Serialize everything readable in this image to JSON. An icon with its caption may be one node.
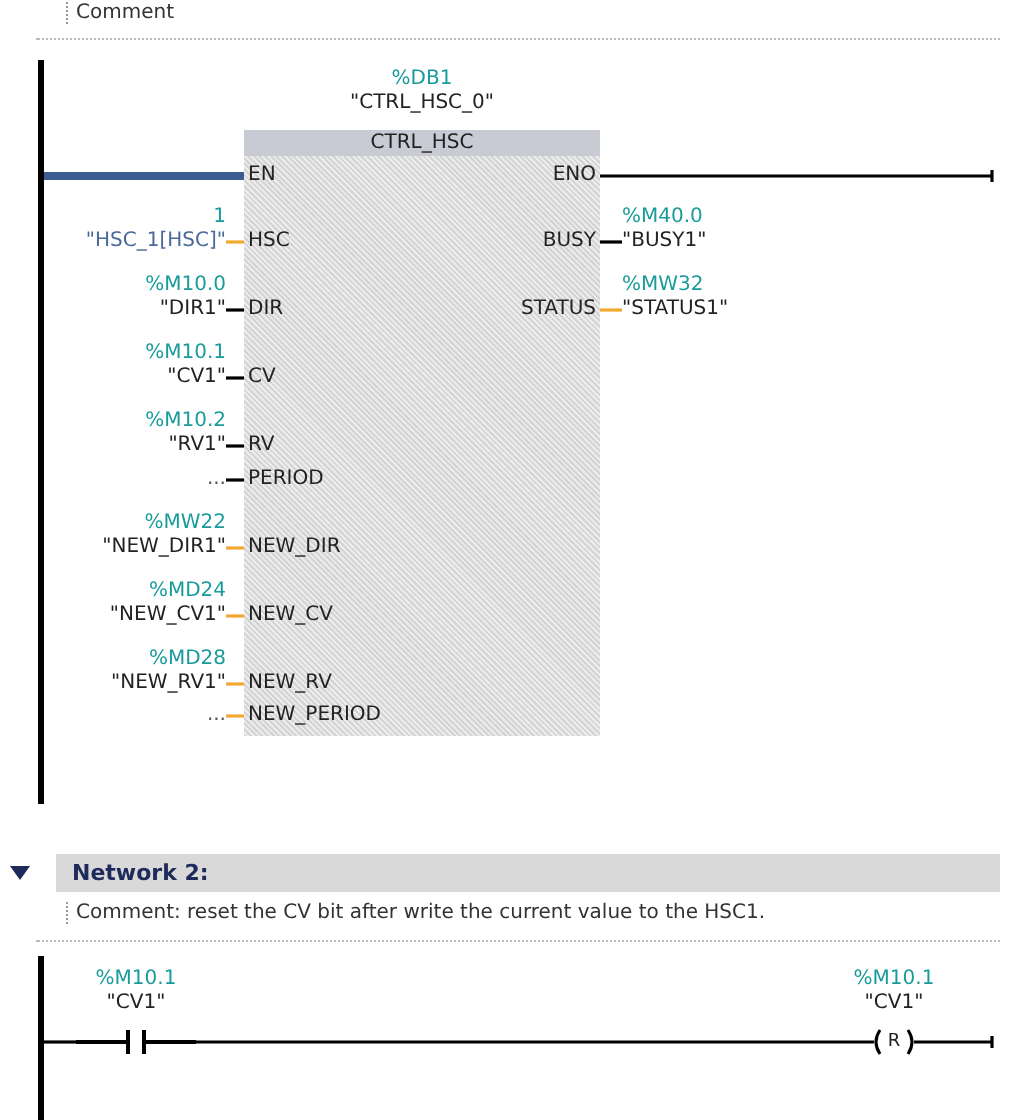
{
  "diagram": {
    "nodes": [
      {
        "text": [
          "%DB1",
          "\"CTRL_HSC_0\"",
          "CTRL_HSC"
        ]
      },
      {
        "text": [
          "EN"
        ],
        "in": 0
      },
      {
        "text": [
          "HSC"
        ],
        "in": 0
      },
      {
        "text": [
          "DIR"
        ],
        "in": 0
      },
      {
        "text": [
          "CV"
        ],
        "in": 0
      },
      {
        "text": [
          "RV"
        ],
        "in": 0
      },
      {
        "text": [
          "PERIOD"
        ],
        "in": 0
      },
      {
        "text": [
          "NEW_DIR"
        ],
        "in": 0
      },
      {
        "text": [
          "NEW_CV"
        ],
        "in": 0
      },
      {
        "text": [
          "NEW_RV"
        ],
        "in": 0
      },
      {
        "text": [
          "NEW_PERIOD"
        ],
        "in": 0
      },
      {
        "text": [
          "ENO"
        ],
        "in": 0
      },
      {
        "text": [
          "BUSY"
        ],
        "in": 0
      },
      {
        "text": [
          "STATUS"
        ],
        "in": 0
      },
      {
        "text": [],
        "shape": "bar"
      },
      {
        "text": [
          "1",
          "\"HSC_1[HSC]\""
        ]
      },
      {
        "text": [
          "%M10.0",
          "\"DIR1\""
        ]
      },
      {
        "text": [
          "%M10.1",
          "\"CV1\""
        ]
      },
      {
        "text": [
          "%M10.2",
          "\"RV1\""
        ]
      },
      {
        "text": [
          "..."
        ]
      },
      {
        "text": [
          "%MW22",
          "\"NEW_DIR1\""
        ]
      },
      {
        "text": [
          "%MD24",
          "\"NEW_CV1\""
        ]
      },
      {
        "text": [
          "%MD28",
          "\"NEW_RV1\""
        ]
      },
      {
        "text": [
          "..."
        ]
      },
      {
        "text": [
          "%M40.0",
          "\"BUSY1\""
        ]
      },
      {
        "text": [
          "%MW32",
          "\"STATUS1\""
        ]
      },
      {
        "text": [],
        "shape": "bar"
      },
      {
        "text": [
          "%M10.1",
          "\"CV1\""
        ]
      },
      {
        "text": [
          "%M10.1",
          "\"CV1\"",
          "R"
        ]
      }
    ],
    "edges": [
      {
        "from": 14,
        "to": 1,
        "arrow": "none",
        "style": "thick",
        "color": "#3d5c94"
      },
      {
        "from": 11,
        "to": null,
        "arrow": "none"
      },
      {
        "from": 15,
        "to": 2,
        "arrow": "none",
        "color": "#f0a830"
      },
      {
        "from": 16,
        "to": 3,
        "arrow": "none"
      },
      {
        "from": 17,
        "to": 4,
        "arrow": "none"
      },
      {
        "from": 18,
        "to": 5,
        "arrow": "none"
      },
      {
        "from": 19,
        "to": 6,
        "arrow": "none"
      },
      {
        "from": 20,
        "to": 7,
        "arrow": "none",
        "color": "#f0a830"
      },
      {
        "from": 21,
        "to": 8,
        "arrow": "none",
        "color": "#f0a830"
      },
      {
        "from": 22,
        "to": 9,
        "arrow": "none",
        "color": "#f0a830"
      },
      {
        "from": 23,
        "to": 10,
        "arrow": "none",
        "color": "#f0a830"
      },
      {
        "from": 12,
        "to": 24,
        "arrow": "none"
      },
      {
        "from": 13,
        "to": 25,
        "arrow": "none",
        "color": "#f0a830"
      },
      {
        "from": 26,
        "to": 27,
        "arrow": "none"
      },
      {
        "from": 27,
        "to": 28,
        "arrow": "none"
      },
      {
        "from": 28,
        "to": null,
        "arrow": "none"
      }
    ],
    "labels": [
      "Comment",
      "Network 2:",
      "Comment:  reset the CV bit after write the current value to the HSC1."
    ]
  }
}
